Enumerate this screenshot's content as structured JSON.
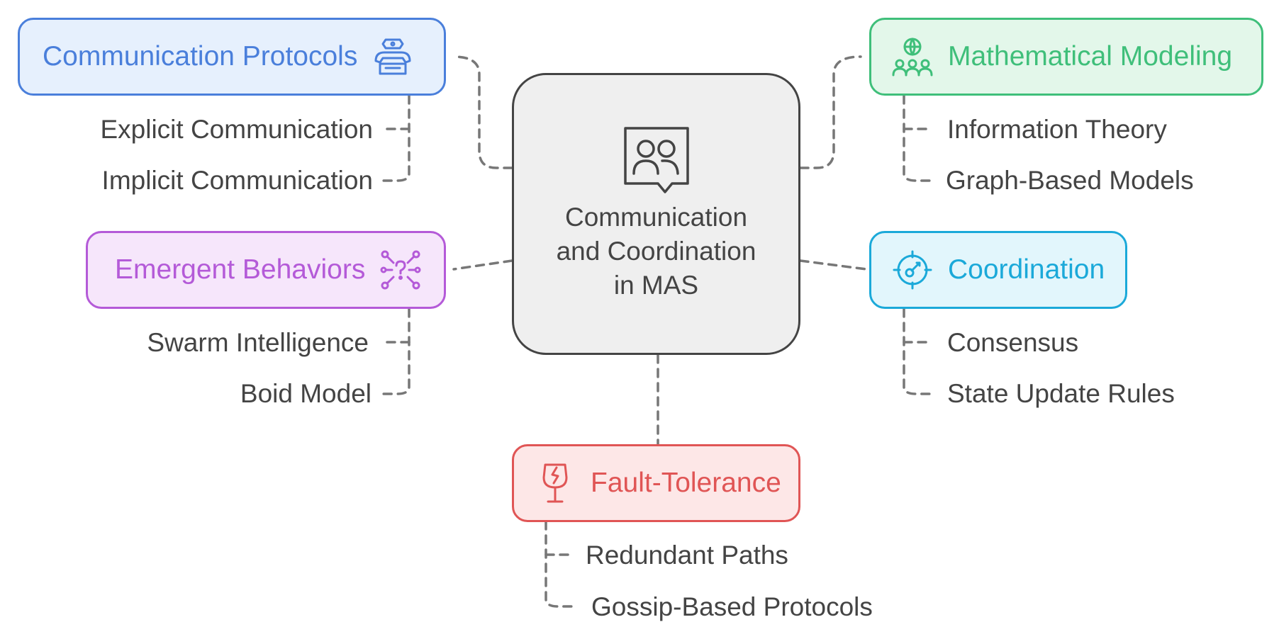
{
  "center": {
    "title": "Communication and Coordination in MAS",
    "icon": "users-chat-icon"
  },
  "branches": [
    {
      "id": "communication-protocols",
      "label": "Communication Protocols",
      "icon": "network-settings-icon",
      "color": "#4a7fdb",
      "fill": "#e6f0fd",
      "children": [
        "Explicit Communication",
        "Implicit Communication"
      ]
    },
    {
      "id": "mathematical-modeling",
      "label": "Mathematical Modeling",
      "icon": "globe-people-icon",
      "color": "#3fbf7a",
      "fill": "#e3f7ea",
      "children": [
        "Information Theory",
        "Graph-Based Models"
      ]
    },
    {
      "id": "emergent-behaviors",
      "label": "Emergent Behaviors",
      "icon": "emergent-network-icon",
      "color": "#b45ad8",
      "fill": "#f6e6fb",
      "children": [
        "Swarm Intelligence",
        "Boid Model"
      ]
    },
    {
      "id": "coordination",
      "label": "Coordination",
      "icon": "target-icon",
      "color": "#1ba9d9",
      "fill": "#e2f6fc",
      "children": [
        "Consensus",
        "State Update Rules"
      ]
    },
    {
      "id": "fault-tolerance",
      "label": "Fault-Tolerance",
      "icon": "broken-glass-icon",
      "color": "#e05555",
      "fill": "#fde7e7",
      "children": [
        "Redundant Paths",
        "Gossip-Based Protocols"
      ]
    }
  ]
}
